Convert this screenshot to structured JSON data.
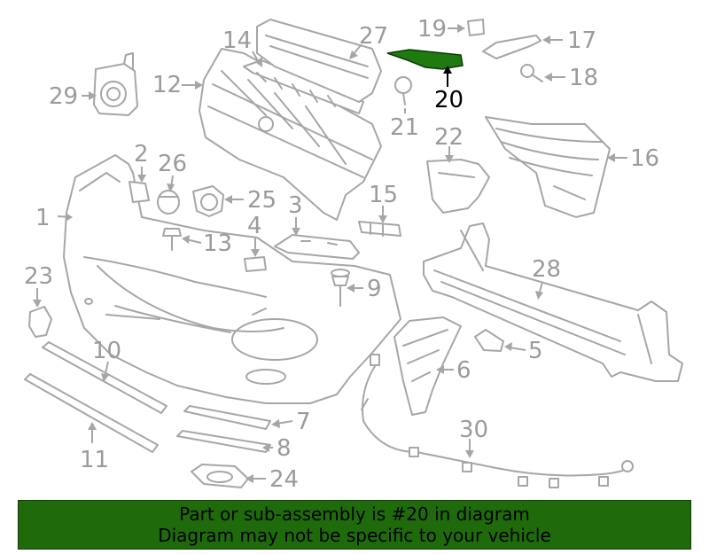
{
  "diagram": {
    "highlighted_part": "20",
    "colors": {
      "highlight": "#1f7a10",
      "banner": "#1f6b0c",
      "line": "#a6a6a6"
    },
    "callouts": {
      "c1": "1",
      "c2": "2",
      "c3": "3",
      "c4": "4",
      "c5": "5",
      "c6": "6",
      "c7": "7",
      "c8": "8",
      "c9": "9",
      "c10": "10",
      "c11": "11",
      "c12": "12",
      "c13": "13",
      "c14": "14",
      "c15": "15",
      "c16": "16",
      "c17": "17",
      "c18": "18",
      "c19": "19",
      "c20": "20",
      "c21": "21",
      "c22": "22",
      "c23": "23",
      "c24": "24",
      "c25": "25",
      "c26": "26",
      "c27": "27",
      "c28": "28",
      "c29": "29",
      "c30": "30"
    }
  },
  "banner": {
    "line1": "Part or sub-assembly is #20 in diagram",
    "line2": "Diagram may not be specific to your vehicle"
  }
}
